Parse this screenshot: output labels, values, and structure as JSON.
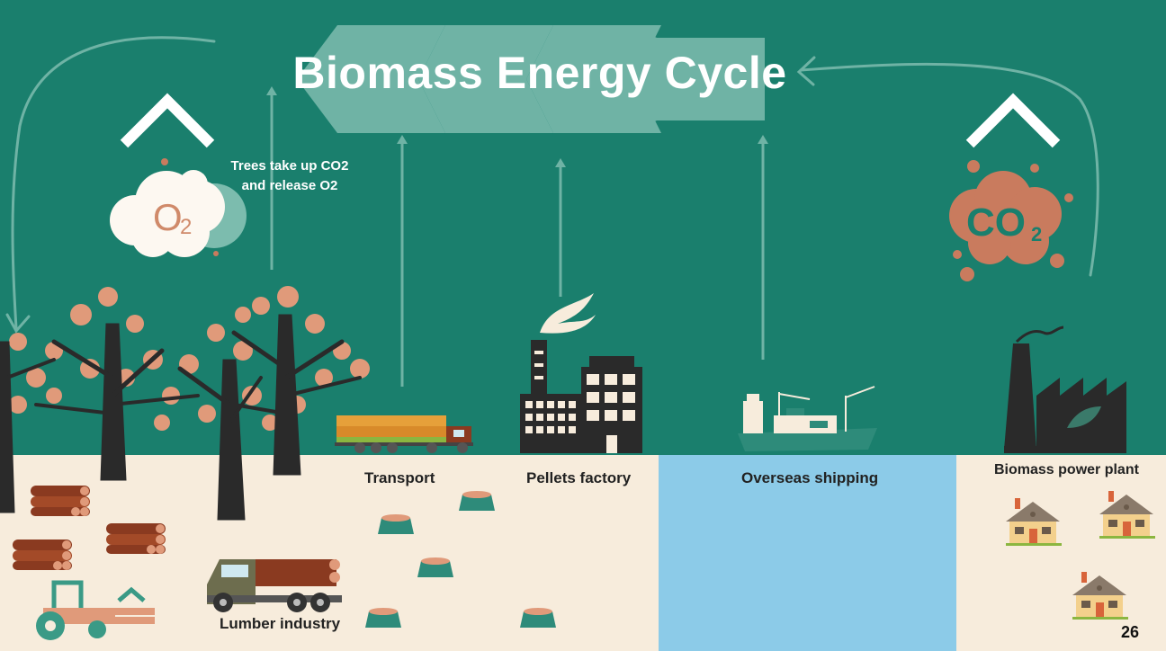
{
  "title": "Biomass Energy Cycle",
  "trees_caption": [
    "Trees take up CO2",
    "and release O2"
  ],
  "labels": {
    "transport": "Transport",
    "pellets_factory": "Pellets factory",
    "overseas_shipping": "Overseas shipping",
    "biomass_power_plant": "Biomass power plant",
    "lumber_industry": "Lumber industry"
  },
  "o2_cloud_text": "O2",
  "co2_cloud_text": "CO2",
  "page_number": "26",
  "colors": {
    "background": "#1a7f6d",
    "ground": "#f7ecdc",
    "water": "#8ccbe8",
    "leaf": "#e09a7a",
    "co2_cloud": "#c97b5e",
    "o2_cloud": "#fdf8f1",
    "dark": "#2a2a2a",
    "arrow": "#6fb3a5"
  }
}
